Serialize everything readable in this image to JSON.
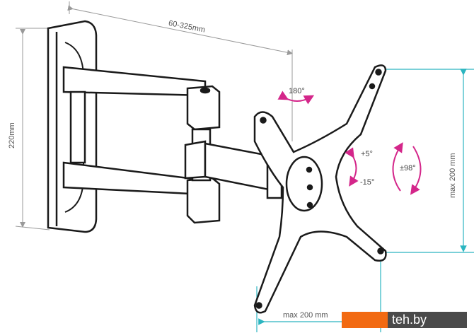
{
  "dimensions": {
    "arm_extension": "60-325mm",
    "height": "220mm",
    "vesa_vertical": "max 200 mm",
    "vesa_horizontal": "max 200 mm"
  },
  "angles": {
    "swivel": "180°",
    "tilt_up": "+5°",
    "tilt_down": "-15°",
    "rotation": "±98°"
  },
  "watermark": {
    "text": "teh.by"
  },
  "colors": {
    "dimension_line": "#999999",
    "vesa_line": "#2bb5c0",
    "angle_arrow": "#d4268a",
    "stroke": "#1a1a1a"
  }
}
